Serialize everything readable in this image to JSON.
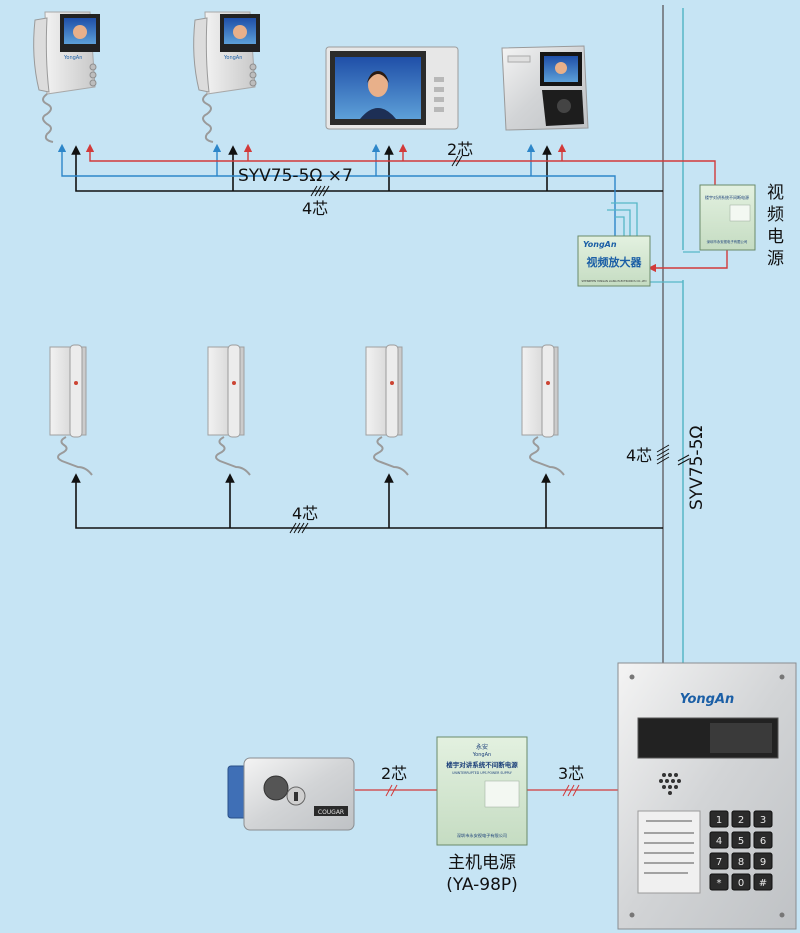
{
  "labels": {
    "video_cable": "SYV75-5Ω ×7",
    "top_2core": "2芯",
    "top_4core": "4芯",
    "vertical_4core": "4芯",
    "vertical_cable": "SYV75-5Ω",
    "audio_4core": "4芯",
    "lock_2core": "2芯",
    "power_3core": "3芯",
    "video_power": "视频电源",
    "main_power_name": "主机电源",
    "main_power_model": "(YA-98P)"
  },
  "devices": {
    "amplifier_brand": "YongAn",
    "amplifier_title": "视频放大器",
    "amplifier_footer": "SHENZHEN YONGAN LIANG ELECTRONICS CO.,LTD",
    "video_phone_brand": "YongAn",
    "video_power_box_title": "楼宇对讲系统不间断电源",
    "video_power_box_footer": "深圳市永安视电子有限公司",
    "main_power_box_brand": "永安",
    "main_power_box_brand_en": "YongAn",
    "main_power_box_title": "楼宇对讲系统不间断电源",
    "main_power_box_subtitle": "UNINTERRUPTED UPS POWER SUPPLY",
    "main_power_box_footer": "深圳市永安视电子有限公司",
    "lock_brand": "COUGAR",
    "door_station_brand": "YongAn",
    "keypad_keys": [
      "1",
      "2",
      "3",
      "4",
      "5",
      "6",
      "7",
      "8",
      "9",
      "*",
      "0",
      "#"
    ]
  },
  "colors": {
    "background": "#c6e4f4",
    "black_wire": "#111111",
    "blue_wire": "#2d86c9",
    "red_wire": "#d23a3a",
    "cyan_wire": "#56b7c7",
    "trunk_gray": "#808890",
    "device_green": "#d6ead4"
  }
}
